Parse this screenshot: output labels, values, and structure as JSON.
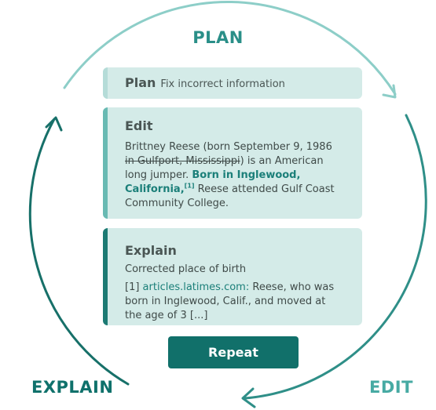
{
  "phases": {
    "plan": "PLAN",
    "explain": "EXPLAIN",
    "edit": "EDIT"
  },
  "plan_card": {
    "title": "Plan",
    "text": "Fix incorrect information"
  },
  "edit_card": {
    "title": "Edit",
    "line1": "Brittney Reese (born September 9, 1986",
    "struck": "in Gulfport, Mississippi",
    "line2_rest": ") is an American",
    "line3a": "long jumper. ",
    "inserted1": "Born in Inglewood,",
    "inserted2": "California,",
    "citation_mark": "[1]",
    "line4_rest": " Reese attended Gulf Coast",
    "line5": "Community College."
  },
  "explain_card": {
    "title": "Explain",
    "summary": "Corrected place of birth",
    "ref_mark": "[1] ",
    "source": "articles.latimes.com:",
    "quote1": " Reese, who was",
    "quote2": "born in Inglewood, Calif., and moved at",
    "quote3": "the age of 3 [...]"
  },
  "repeat_button": {
    "label": "Repeat"
  },
  "colors": {
    "teal_dark": "#11706a",
    "teal": "#2a8f88",
    "teal_light": "#47aaa3",
    "card_bg": "#d4ebe8",
    "arc_top": "#7ec7c1",
    "arc_right": "#2f8f88",
    "arc_left": "#1a6f69"
  }
}
